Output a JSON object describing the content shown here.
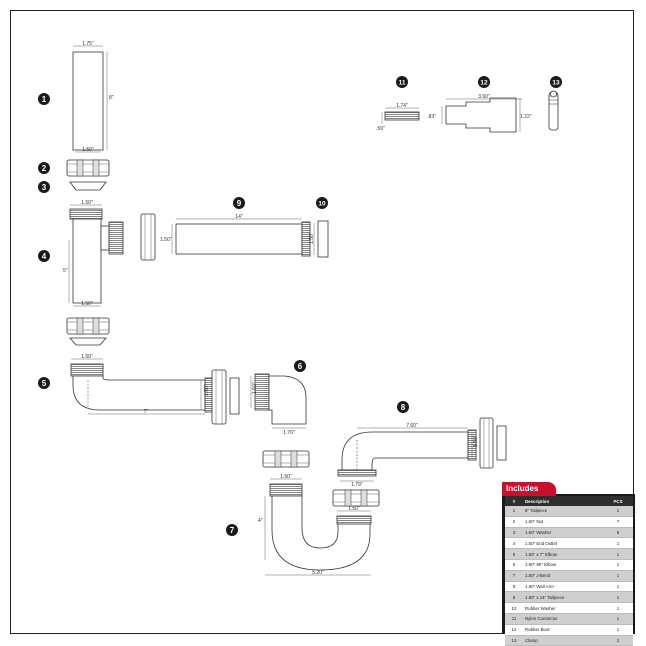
{
  "badges": [
    "1",
    "2",
    "3",
    "4",
    "5",
    "6",
    "7",
    "8",
    "9",
    "10",
    "11",
    "12",
    "13"
  ],
  "dims": {
    "tailpiece_w": "1.75\"",
    "tailpiece_h": "8\"",
    "tailpiece_bottom": "1.50\"",
    "end_outlet_top": "1.50\"",
    "end_outlet_h": "5\"",
    "end_outlet_bottom": "1.50\"",
    "tailpiece14_len": "14\"",
    "tailpiece14_dia": "1.50\"",
    "washer10_dia": "1.50\"",
    "connector_len": "1.74\"",
    "connector_dia": ".59\"",
    "boot_len": "3.60\"",
    "boot_small": ".83\"",
    "boot_big": "1.22\"",
    "elbow5_top": "1.50\"",
    "elbow5_len": "7\"",
    "elbow5_dia": "1.50\"",
    "elbow6_dia": "1.50\"",
    "elbow6_w": "1.70\"",
    "jbend_top": "1.50\"",
    "jbend_h": "4\"",
    "jbend_right": "1.50\"",
    "jbend_bottom": "5.20\"",
    "wallarm_len": "7.60\"",
    "wallarm_dia": "1.50\"",
    "wallarm_bottom": "1.79\""
  },
  "includes": {
    "title": "Includes",
    "headers": [
      "#",
      "Description",
      "PCS"
    ],
    "rows": [
      [
        "1",
        "8\" Tailpiece",
        "1"
      ],
      [
        "2",
        "1.50\" Nut",
        "7"
      ],
      [
        "3",
        "1.50\" Washer",
        "5"
      ],
      [
        "4",
        "1.50\" End Outlet",
        "1"
      ],
      [
        "5",
        "1.50\" x 7\" Elbow",
        "1"
      ],
      [
        "6",
        "1.50\" 90° Elbow",
        "1"
      ],
      [
        "7",
        "1.50\" J-Bend",
        "1"
      ],
      [
        "8",
        "1.50\" Wall Arm",
        "1"
      ],
      [
        "9",
        "1.50\" x 14\" Tailpiece",
        "1"
      ],
      [
        "10",
        "Rubber Washer",
        "1"
      ],
      [
        "11",
        "Nylon Connector",
        "1"
      ],
      [
        "12",
        "Rubber Boot",
        "1"
      ],
      [
        "13",
        "Clamp",
        "2"
      ]
    ]
  }
}
